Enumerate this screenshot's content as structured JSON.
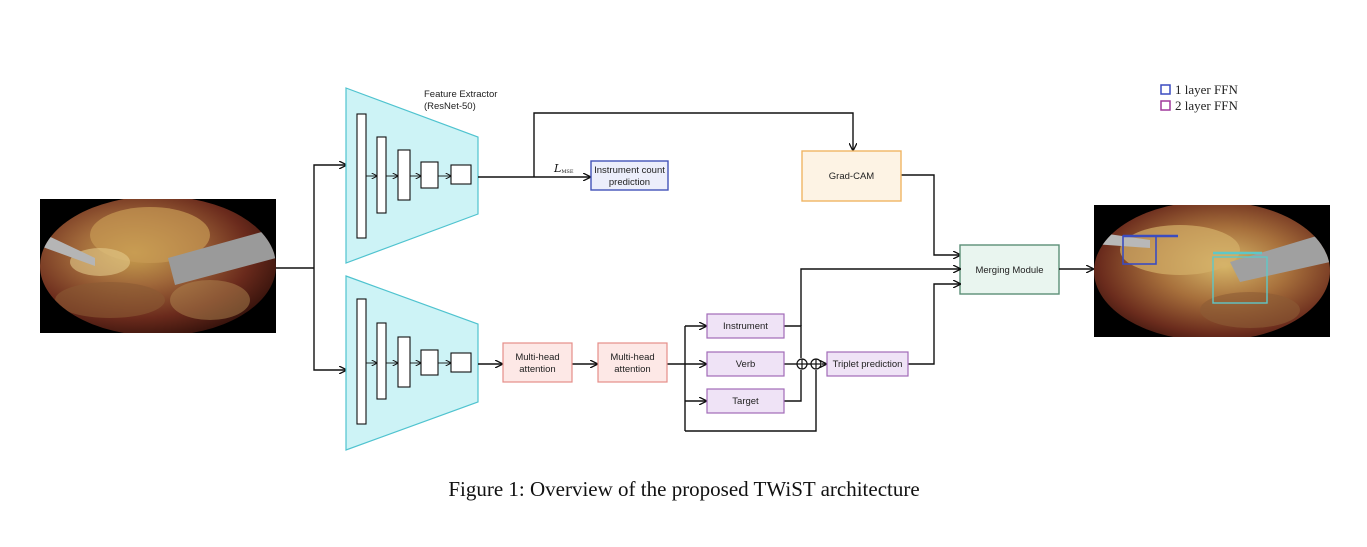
{
  "labels": {
    "feature_extractor_line1": "Feature Extractor",
    "feature_extractor_line2": "(ResNet-50)",
    "loss_symbol": "L",
    "loss_subscript": "MSE",
    "instrument_count_line1": "Instrument count",
    "instrument_count_line2": "prediction",
    "grad_cam": "Grad-CAM",
    "merging_module": "Merging Module",
    "mha1_line1": "Multi-head",
    "mha1_line2": "attention",
    "mha2_line1": "Multi-head",
    "mha2_line2": "attention",
    "instrument": "Instrument",
    "verb": "Verb",
    "target": "Target",
    "triplet_prediction": "Triplet prediction"
  },
  "legend": {
    "items": [
      {
        "label": "1 layer FFN",
        "color": "#3b4cc0"
      },
      {
        "label": "2 layer FFN",
        "color": "#a0399c"
      }
    ]
  },
  "caption": "Figure 1: Overview of the proposed TWiST architecture",
  "colors": {
    "trapezoid_fill": "#cdf3f6",
    "trapezoid_stroke": "#4fc3cf",
    "instrument_count_fill": "#eceefb",
    "instrument_count_stroke": "#4353b8",
    "gradcam_fill": "#fdf3e4",
    "gradcam_stroke": "#f0b563",
    "merging_fill": "#e9f5ef",
    "merging_stroke": "#5b8f77",
    "attention_fill": "#fde8e6",
    "attention_stroke": "#e58e88",
    "triplet_fill": "#efe3f6",
    "triplet_stroke": "#a26bb8"
  }
}
